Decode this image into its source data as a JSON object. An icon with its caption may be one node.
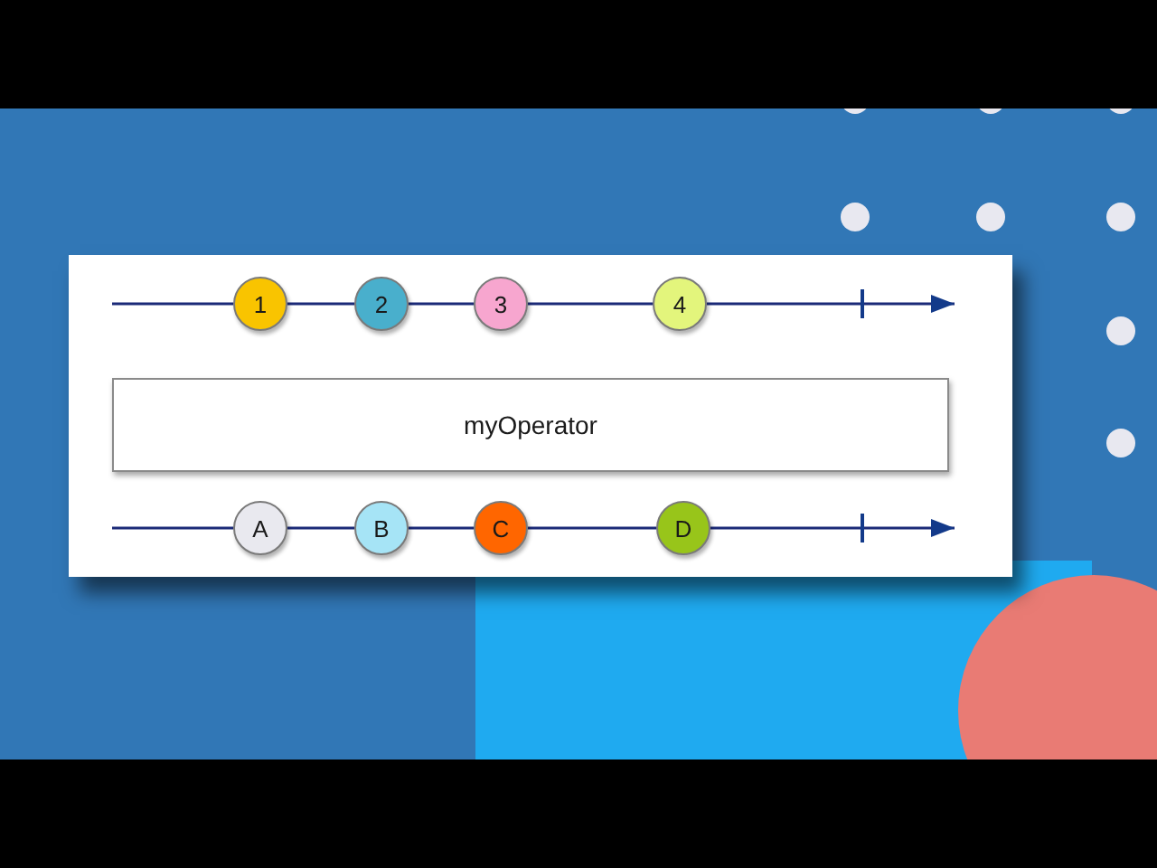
{
  "diagram": {
    "nodes": [
      {
        "text": [
          "1"
        ]
      },
      {
        "text": [
          "2"
        ]
      },
      {
        "text": [
          "3"
        ]
      },
      {
        "text": [
          "4"
        ]
      },
      {
        "text": [
          "myOperator"
        ]
      },
      {
        "text": [
          "A"
        ]
      },
      {
        "text": [
          "B"
        ]
      },
      {
        "text": [
          "C"
        ]
      },
      {
        "text": [
          "D"
        ]
      }
    ],
    "edges": [
      {
        "from": null,
        "to": 0,
        "arrow": "none"
      },
      {
        "from": 0,
        "to": 1,
        "arrow": "none"
      },
      {
        "from": 1,
        "to": 2,
        "arrow": "none"
      },
      {
        "from": 2,
        "to": 3,
        "arrow": "none"
      },
      {
        "from": 3,
        "to": null,
        "arrow": "to"
      },
      {
        "from": null,
        "to": 5,
        "arrow": "none"
      },
      {
        "from": 5,
        "to": 6,
        "arrow": "none"
      },
      {
        "from": 6,
        "to": 7,
        "arrow": "none"
      },
      {
        "from": 7,
        "to": 8,
        "arrow": "none"
      },
      {
        "from": 8,
        "to": null,
        "arrow": "to"
      }
    ]
  }
}
